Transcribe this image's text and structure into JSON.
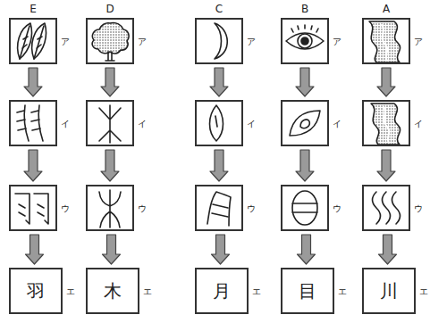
{
  "diagram": {
    "nodes": [
      {
        "text": [
          "ア"
        ]
      },
      {
        "text": [
          "イ"
        ]
      },
      {
        "text": [
          "ウ"
        ]
      },
      {
        "text": [
          "羽",
          "エ"
        ]
      },
      {
        "text": [
          "ア"
        ]
      },
      {
        "text": [
          "イ"
        ]
      },
      {
        "text": [
          "ウ"
        ]
      },
      {
        "text": [
          "木",
          "エ"
        ]
      },
      {
        "text": [
          "ア"
        ]
      },
      {
        "text": [
          "イ"
        ]
      },
      {
        "text": [
          "ウ"
        ]
      },
      {
        "text": [
          "月",
          "エ"
        ]
      },
      {
        "text": [
          "ア"
        ]
      },
      {
        "text": [
          "イ"
        ]
      },
      {
        "text": [
          "ウ"
        ]
      },
      {
        "text": [
          "目",
          "エ"
        ]
      },
      {
        "text": [
          "ア"
        ]
      },
      {
        "text": [
          "イ"
        ]
      },
      {
        "text": [
          "ウ"
        ]
      },
      {
        "text": [
          "川",
          "エ"
        ]
      }
    ],
    "edges": [
      {
        "from": 0,
        "to": 1,
        "arrow": "to"
      },
      {
        "from": 1,
        "to": 2,
        "arrow": "to"
      },
      {
        "from": 2,
        "to": 3,
        "arrow": "to"
      },
      {
        "from": 4,
        "to": 5,
        "arrow": "to"
      },
      {
        "from": 5,
        "to": 6,
        "arrow": "to"
      },
      {
        "from": 6,
        "to": 7,
        "arrow": "to"
      },
      {
        "from": 8,
        "to": 9,
        "arrow": "to"
      },
      {
        "from": 9,
        "to": 10,
        "arrow": "to"
      },
      {
        "from": 10,
        "to": 11,
        "arrow": "to"
      },
      {
        "from": 12,
        "to": 13,
        "arrow": "to"
      },
      {
        "from": 13,
        "to": 14,
        "arrow": "to"
      },
      {
        "from": 14,
        "to": 15,
        "arrow": "to"
      },
      {
        "from": 16,
        "to": 17,
        "arrow": "to"
      },
      {
        "from": 17,
        "to": 18,
        "arrow": "to"
      },
      {
        "from": 18,
        "to": 19,
        "arrow": "to"
      }
    ],
    "labels": [
      "E",
      "D",
      "C",
      "B",
      "A"
    ]
  }
}
